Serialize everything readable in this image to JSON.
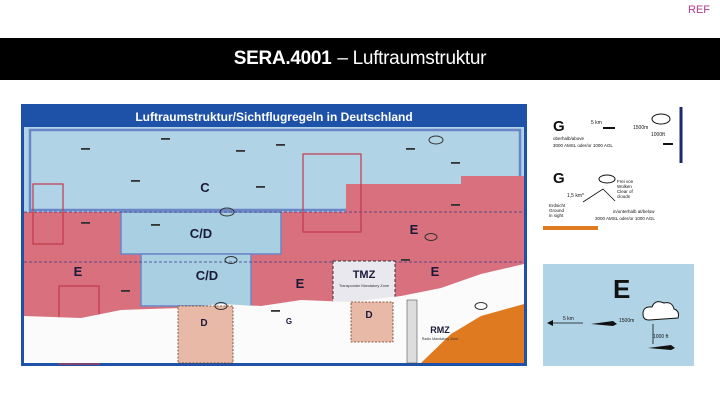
{
  "header": {
    "ref_label": "REF",
    "title_code": "SERA.4001",
    "title_rest": "– Luftraumstruktur"
  },
  "map": {
    "title": "Luftraumstruktur/Sichtflugregeln in Deutschland",
    "labels": {
      "c": "C",
      "cd_upper": "C/D",
      "cd_lower": "C/D",
      "e_left": "E",
      "e_center": "E",
      "e_right_upper": "E",
      "e_right_lower": "E",
      "tmz": "TMZ",
      "rmz": "RMZ",
      "d_left": "D",
      "d_right": "D",
      "g": "G"
    },
    "tmz_sub": "Transponder Mandatory Zone",
    "rmz_sub": "Radio Mandatory Zone"
  },
  "class_g": {
    "label_upper": "G",
    "label_lower": "G",
    "dist_5km": "5 km",
    "h_1500m": "1500m",
    "v_1000ft": "1000ft",
    "above_line1": "oberhalb/above",
    "above_line2": "3000 AMSL oder/or 1000 AGL",
    "dist_15km": "1,5 km*",
    "free_clouds": [
      "Frei von",
      "Wolken",
      "Clear of",
      "clouds"
    ],
    "ground_sight": [
      "Erdsicht",
      "Ground",
      "in sight"
    ],
    "below_line1": "in/unterhalb at/below",
    "below_line2": "3000 AMSL oder/or 1000 AGL"
  },
  "class_e": {
    "label": "E",
    "dist_5km": "5 km",
    "h_1500m": "1500m",
    "v_1000ft": "1000 ft"
  },
  "colors": {
    "sky": "#b0d4e6",
    "pink": "#d8707e",
    "orange": "#e07a20",
    "frame": "#1e52a8"
  }
}
